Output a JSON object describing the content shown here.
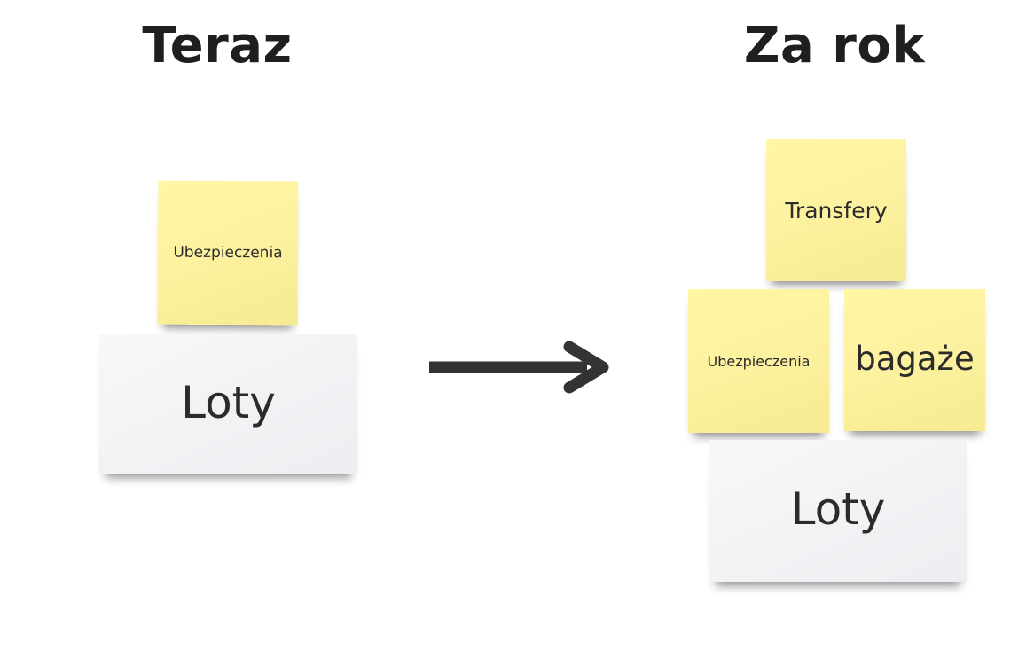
{
  "left": {
    "heading": "Teraz",
    "notes": {
      "top": "Ubezpieczenia",
      "base": "Loty"
    }
  },
  "right": {
    "heading": "Za rok",
    "notes": {
      "top": "Transfery",
      "middle_left": "Ubezpieczenia",
      "middle_right": "bagaże",
      "base": "Loty"
    }
  },
  "colors": {
    "sticky_note": "#fdf2a0",
    "base_card": "#f1f2f4",
    "text": "#1f1f1f",
    "arrow": "#333333"
  },
  "icons": {
    "arrow": "arrow-right-icon"
  }
}
